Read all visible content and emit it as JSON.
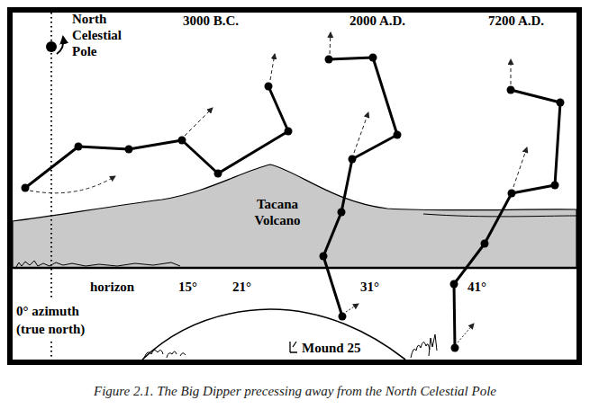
{
  "diagram": {
    "caption": "Figure 2.1. The Big Dipper precessing away from the North Celestial Pole",
    "nodes": [
      {
        "text": [
          "Tacana Volcano"
        ]
      },
      {
        "text": [
          "Mound 25"
        ]
      }
    ],
    "labels": [
      "North Celestial Pole",
      "3000 B.C.",
      "2000 A.D.",
      "7200 A.D.",
      "horizon",
      "15°",
      "21°",
      "31°",
      "41°",
      "0° azimuth (true north)"
    ]
  }
}
